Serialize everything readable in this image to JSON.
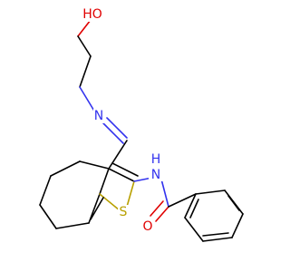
{
  "molecule": {
    "atoms": {
      "hydroxyl": {
        "label": "HO",
        "color": "#e00000"
      },
      "imine_n": {
        "label": "N",
        "color": "#3333ee"
      },
      "amide_n": {
        "label": "N",
        "color": "#3333ee"
      },
      "amide_h": {
        "label": "H",
        "color": "#3333ee"
      },
      "sulfur": {
        "label": "S",
        "color": "#b8a000"
      },
      "carbonyl_o": {
        "label": "O",
        "color": "#e00000"
      }
    },
    "bond_color": "#000000"
  }
}
